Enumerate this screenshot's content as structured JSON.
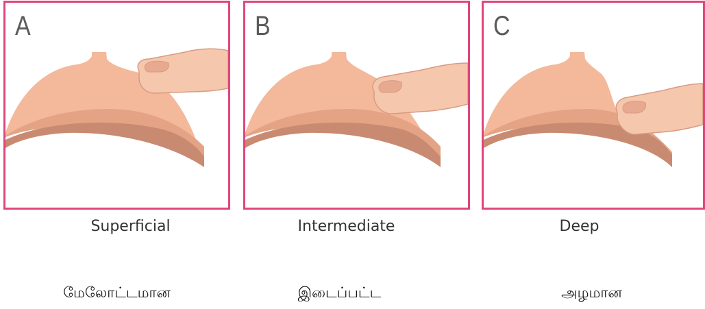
{
  "panels": [
    {
      "letter": "A",
      "depth": "Superficial",
      "tamil": "மேலோட்டமான"
    },
    {
      "letter": "B",
      "depth": "Intermediate",
      "tamil": "இடைப்பட்ட"
    },
    {
      "letter": "C",
      "depth": "Deep",
      "tamil": "அழமான"
    }
  ],
  "colors": {
    "frame": "#e0457d",
    "skin_light": "#f3b99a",
    "skin_mid": "#e4a385",
    "skin_dark": "#c98a72",
    "finger": "#f5c7ac",
    "finger_outline": "#d89b82",
    "letter": "#5b5b5b"
  }
}
